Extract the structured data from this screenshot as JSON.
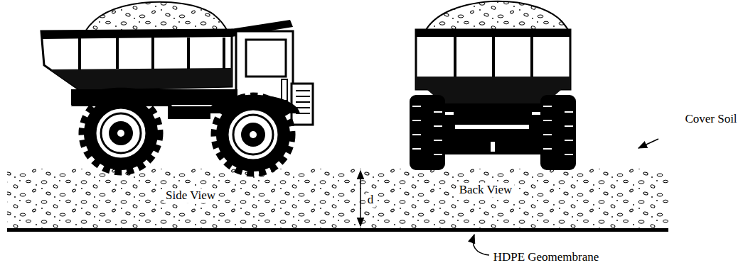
{
  "diagram": {
    "labels": [
      "Side View",
      "d",
      "Back View",
      "Cover Soil",
      "HDPE Geomembrane"
    ]
  }
}
